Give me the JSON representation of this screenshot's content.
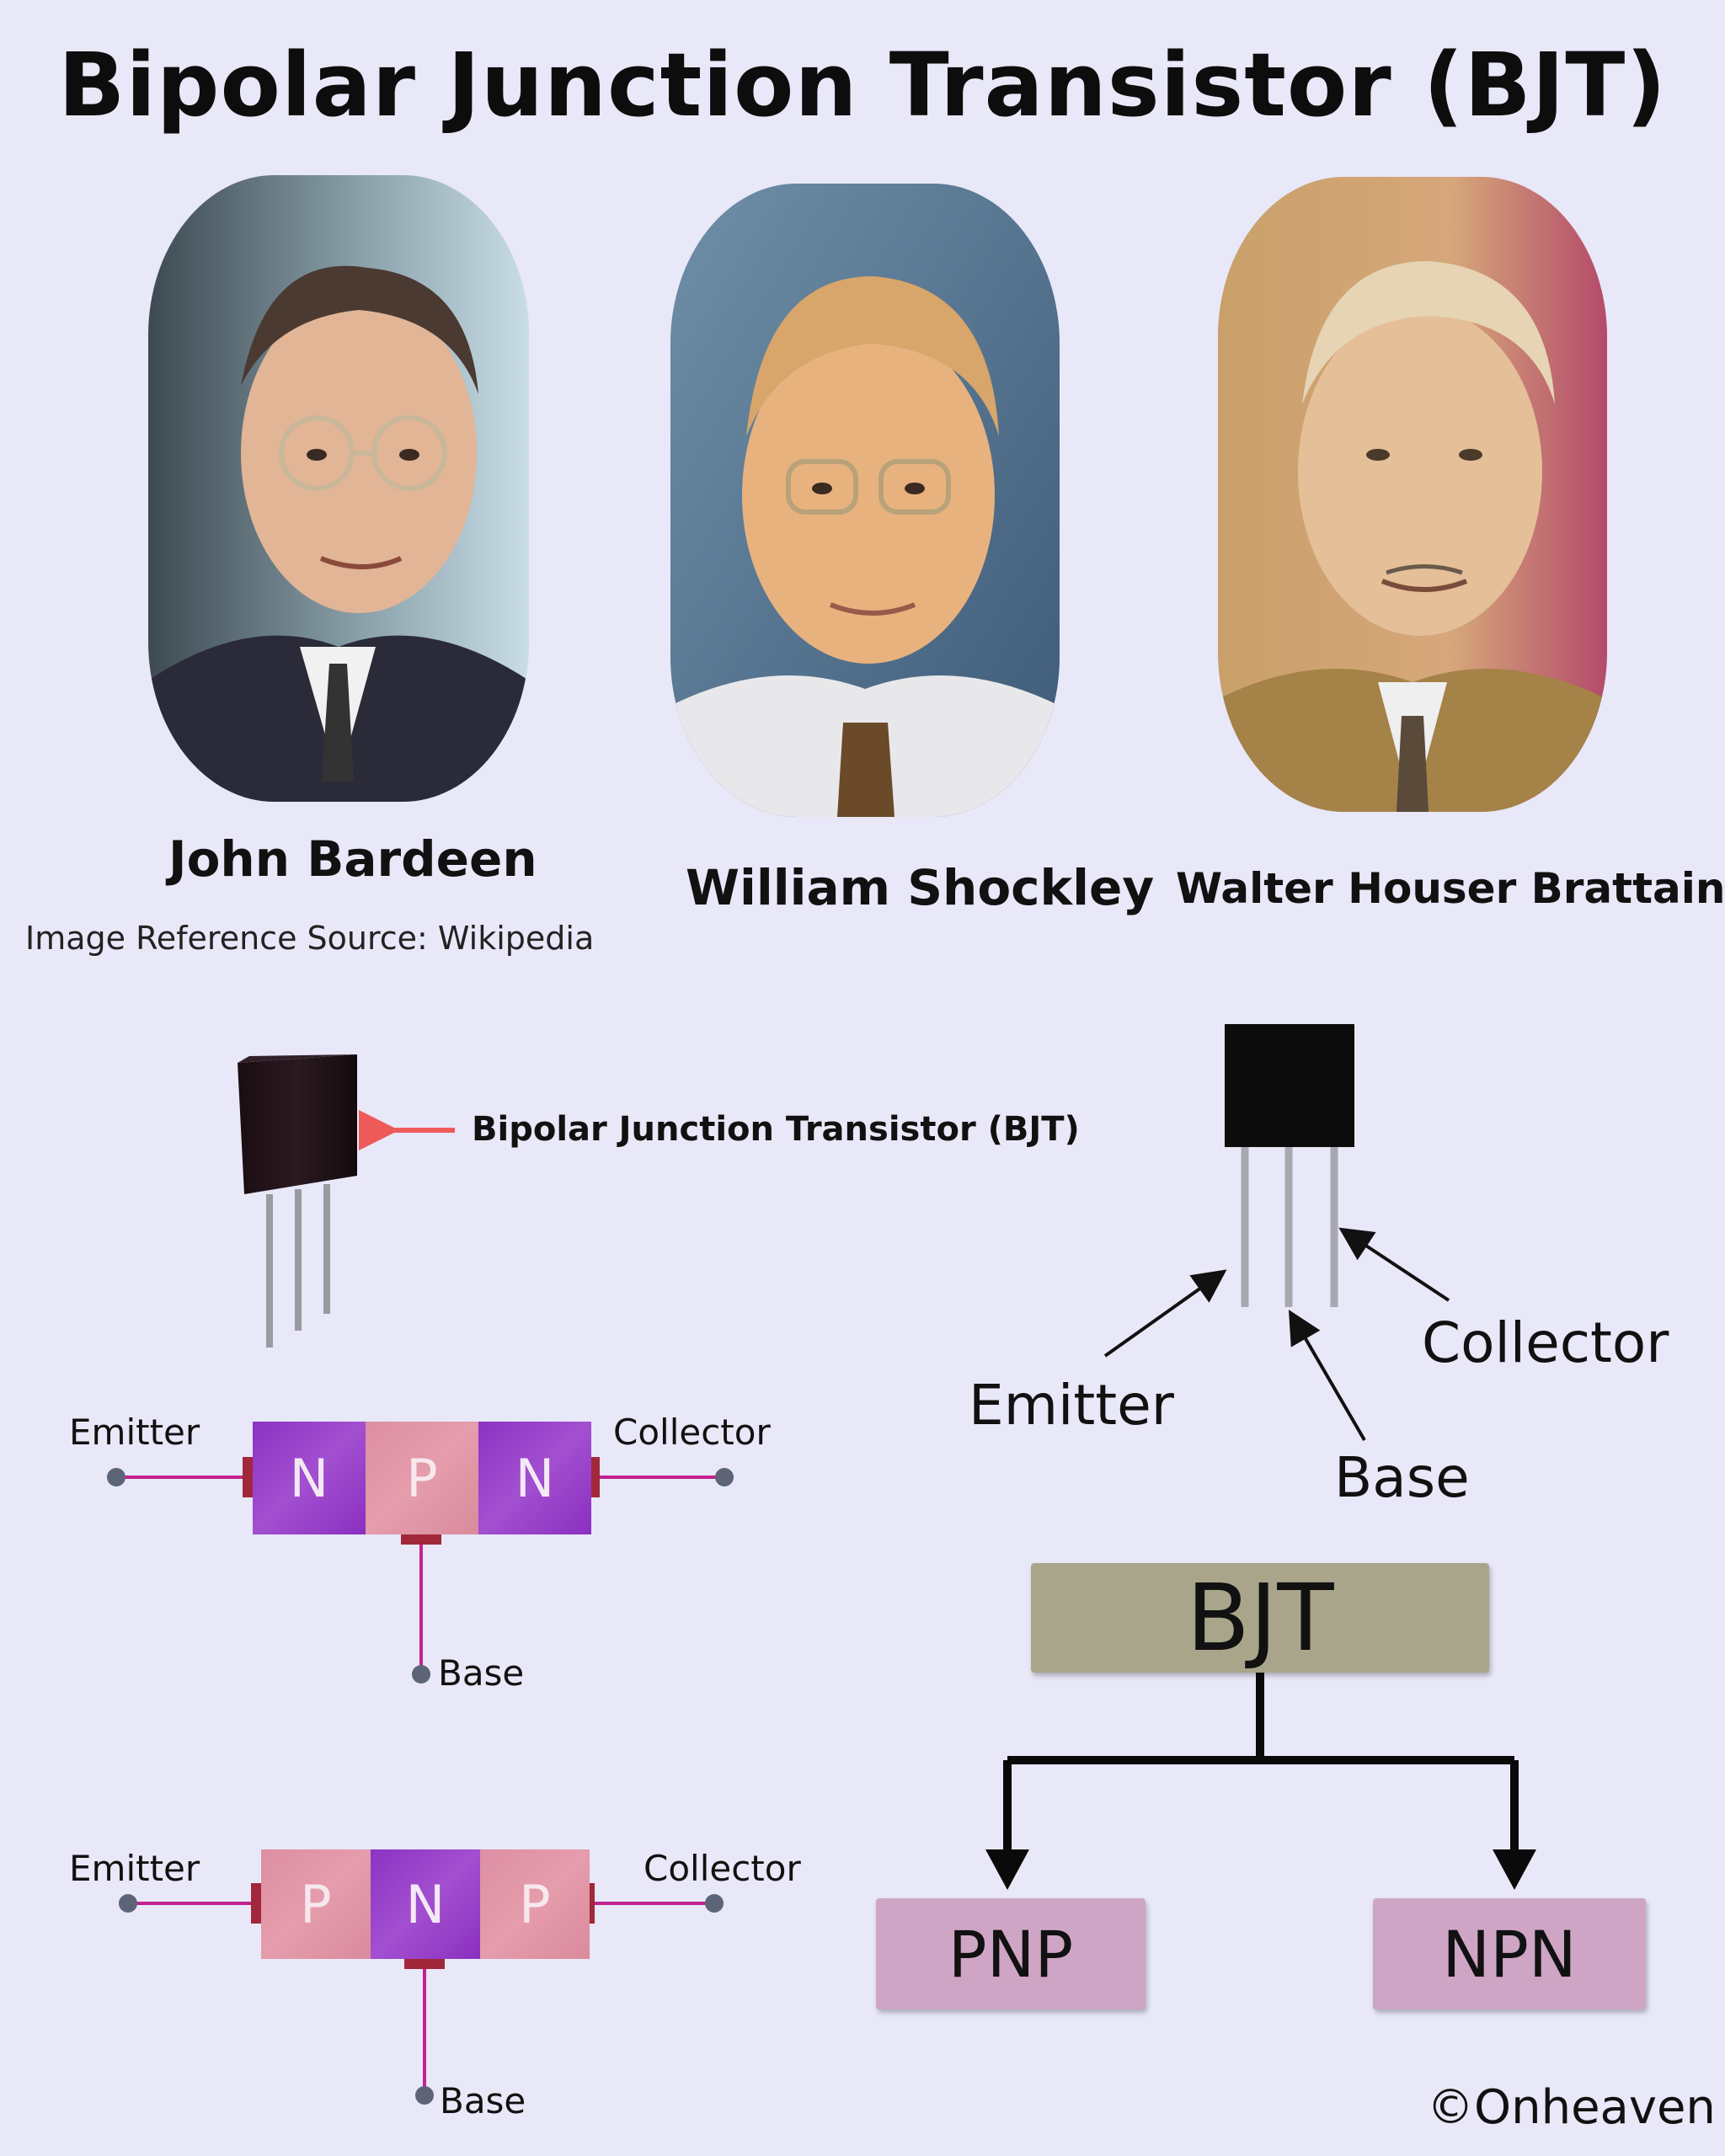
{
  "title": "Bipolar Junction Transistor (BJT)",
  "people": [
    {
      "name": "John Bardeen"
    },
    {
      "name": "William Shockley"
    },
    {
      "name": "Walter Houser Brattain"
    }
  ],
  "image_source": "Image Reference Source: Wikipedia",
  "transistor_callout": "Bipolar Junction Transistor (BJT)",
  "pins": {
    "emitter": "Emitter",
    "base": "Base",
    "collector": "Collector"
  },
  "npn_diagram": {
    "emitter": "Emitter",
    "collector": "Collector",
    "base": "Base",
    "segments": [
      "N",
      "P",
      "N"
    ]
  },
  "pnp_diagram": {
    "emitter": "Emitter",
    "collector": "Collector",
    "base": "Base",
    "segments": [
      "P",
      "N",
      "P"
    ]
  },
  "tree": {
    "root": "BJT",
    "left": "PNP",
    "right": "NPN"
  },
  "copyright": "©Onheaven",
  "colors": {
    "background": "#e8e8f8",
    "n_region": "#9a45cc",
    "p_region": "#e397a8",
    "wire": "#c2218f",
    "terminal": "#5e6478",
    "callout_arrow": "#ee5a5a",
    "tree_root": "#a9a58a",
    "tree_leaf": "#cfa5c5"
  }
}
